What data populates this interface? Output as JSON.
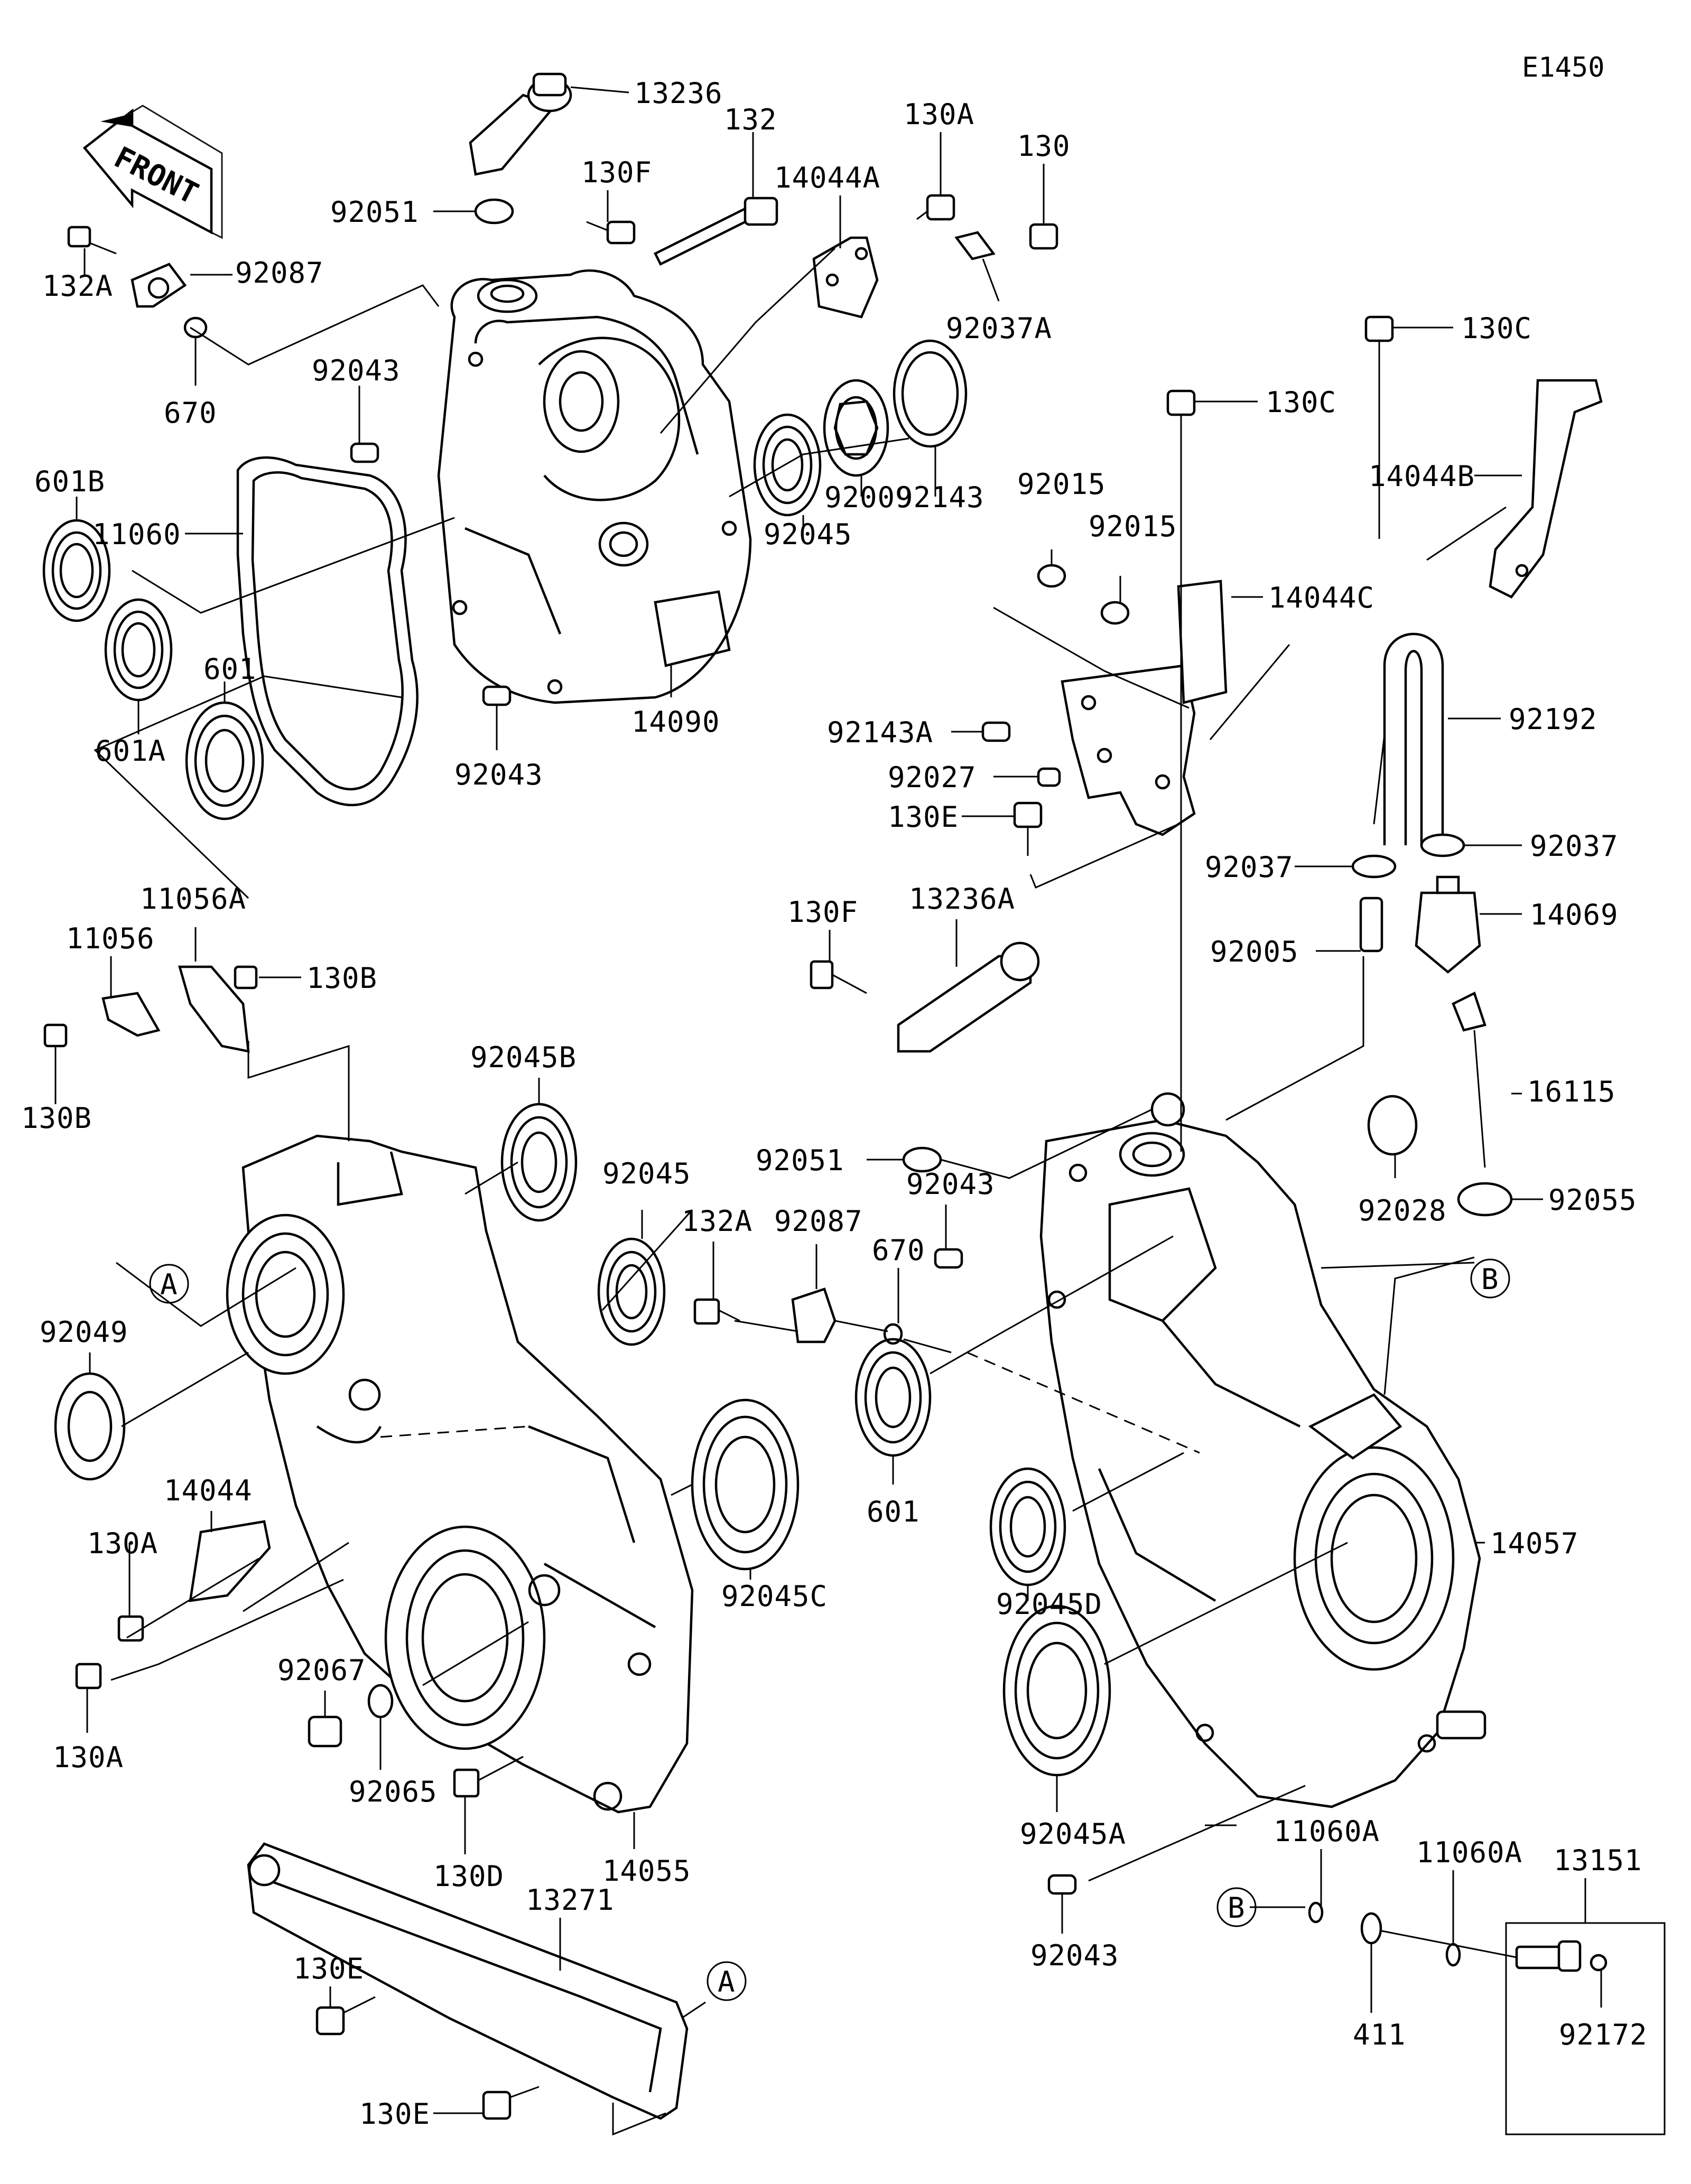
{
  "diagram": {
    "code": "E1450",
    "front_label": "FRONT",
    "labels": [
      {
        "id": "13236",
        "text": "13236"
      },
      {
        "id": "130F-top",
        "text": "130F"
      },
      {
        "id": "132",
        "text": "132"
      },
      {
        "id": "130A-top",
        "text": "130A"
      },
      {
        "id": "130-top",
        "text": "130"
      },
      {
        "id": "14044A",
        "text": "14044A"
      },
      {
        "id": "92051-top",
        "text": "92051"
      },
      {
        "id": "92087-top",
        "text": "92087"
      },
      {
        "id": "132A-top",
        "text": "132A"
      },
      {
        "id": "92037A",
        "text": "92037A"
      },
      {
        "id": "670-top",
        "text": "670"
      },
      {
        "id": "92043-a",
        "text": "92043"
      },
      {
        "id": "601B",
        "text": "601B"
      },
      {
        "id": "11060",
        "text": "11060"
      },
      {
        "id": "92143",
        "text": "92143"
      },
      {
        "id": "92009",
        "text": "92009"
      },
      {
        "id": "92045-top",
        "text": "92045"
      },
      {
        "id": "601",
        "text": "601"
      },
      {
        "id": "601A",
        "text": "601A"
      },
      {
        "id": "14090",
        "text": "14090"
      },
      {
        "id": "92043-b",
        "text": "92043"
      },
      {
        "id": "130C-a",
        "text": "130C"
      },
      {
        "id": "130C-b",
        "text": "130C"
      },
      {
        "id": "14044B",
        "text": "14044B"
      },
      {
        "id": "92015-a",
        "text": "92015"
      },
      {
        "id": "92015-b",
        "text": "92015"
      },
      {
        "id": "14044C",
        "text": "14044C"
      },
      {
        "id": "92192",
        "text": "92192"
      },
      {
        "id": "92143A",
        "text": "92143A"
      },
      {
        "id": "92027",
        "text": "92027"
      },
      {
        "id": "130E-mid",
        "text": "130E"
      },
      {
        "id": "92037-a",
        "text": "92037"
      },
      {
        "id": "92037-b",
        "text": "92037"
      },
      {
        "id": "14069",
        "text": "14069"
      },
      {
        "id": "130F-mid",
        "text": "130F"
      },
      {
        "id": "13236A",
        "text": "13236A"
      },
      {
        "id": "92005",
        "text": "92005"
      },
      {
        "id": "11056A",
        "text": "11056A"
      },
      {
        "id": "11056",
        "text": "11056"
      },
      {
        "id": "130B-a",
        "text": "130B"
      },
      {
        "id": "130B-b",
        "text": "130B"
      },
      {
        "id": "92045B",
        "text": "92045B"
      },
      {
        "id": "92051-mid",
        "text": "92051"
      },
      {
        "id": "16115",
        "text": "16115"
      },
      {
        "id": "92045-mid",
        "text": "92045"
      },
      {
        "id": "132A-mid",
        "text": "132A"
      },
      {
        "id": "92087-mid",
        "text": "92087"
      },
      {
        "id": "92043-c",
        "text": "92043"
      },
      {
        "id": "670-mid",
        "text": "670"
      },
      {
        "id": "92028",
        "text": "92028"
      },
      {
        "id": "92055",
        "text": "92055"
      },
      {
        "id": "92049",
        "text": "92049"
      },
      {
        "id": "601-mid",
        "text": "601"
      },
      {
        "id": "14044",
        "text": "14044"
      },
      {
        "id": "130A-a",
        "text": "130A"
      },
      {
        "id": "92045C",
        "text": "92045C"
      },
      {
        "id": "92045D",
        "text": "92045D"
      },
      {
        "id": "14057",
        "text": "14057"
      },
      {
        "id": "92067",
        "text": "92067"
      },
      {
        "id": "130A-b",
        "text": "130A"
      },
      {
        "id": "92065",
        "text": "92065"
      },
      {
        "id": "130D",
        "text": "130D"
      },
      {
        "id": "14055",
        "text": "14055"
      },
      {
        "id": "92045A",
        "text": "92045A"
      },
      {
        "id": "11060A-a",
        "text": "11060A"
      },
      {
        "id": "11060A-b",
        "text": "11060A"
      },
      {
        "id": "13151",
        "text": "13151"
      },
      {
        "id": "13271",
        "text": "13271"
      },
      {
        "id": "130E-a",
        "text": "130E"
      },
      {
        "id": "130E-b",
        "text": "130E"
      },
      {
        "id": "92043-d",
        "text": "92043"
      },
      {
        "id": "411",
        "text": "411"
      },
      {
        "id": "92172",
        "text": "92172"
      }
    ],
    "callouts": [
      {
        "id": "A-left",
        "text": "A"
      },
      {
        "id": "A-bottom",
        "text": "A"
      },
      {
        "id": "B-right",
        "text": "B"
      },
      {
        "id": "B-bottom",
        "text": "B"
      }
    ]
  }
}
